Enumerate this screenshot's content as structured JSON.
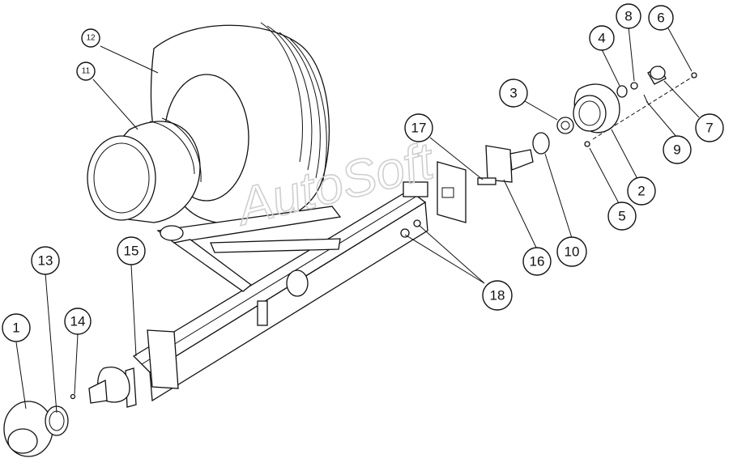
{
  "watermark": "AutoSoft",
  "callouts": {
    "c1": "1",
    "c2": "2",
    "c3": "3",
    "c4": "4",
    "c5": "5",
    "c6": "6",
    "c7": "7",
    "c8": "8",
    "c9": "9",
    "c10": "10",
    "c11": "11",
    "c12": "12",
    "c13": "13",
    "c14": "14",
    "c15": "15",
    "c16": "16",
    "c17": "17",
    "c18": "18"
  }
}
